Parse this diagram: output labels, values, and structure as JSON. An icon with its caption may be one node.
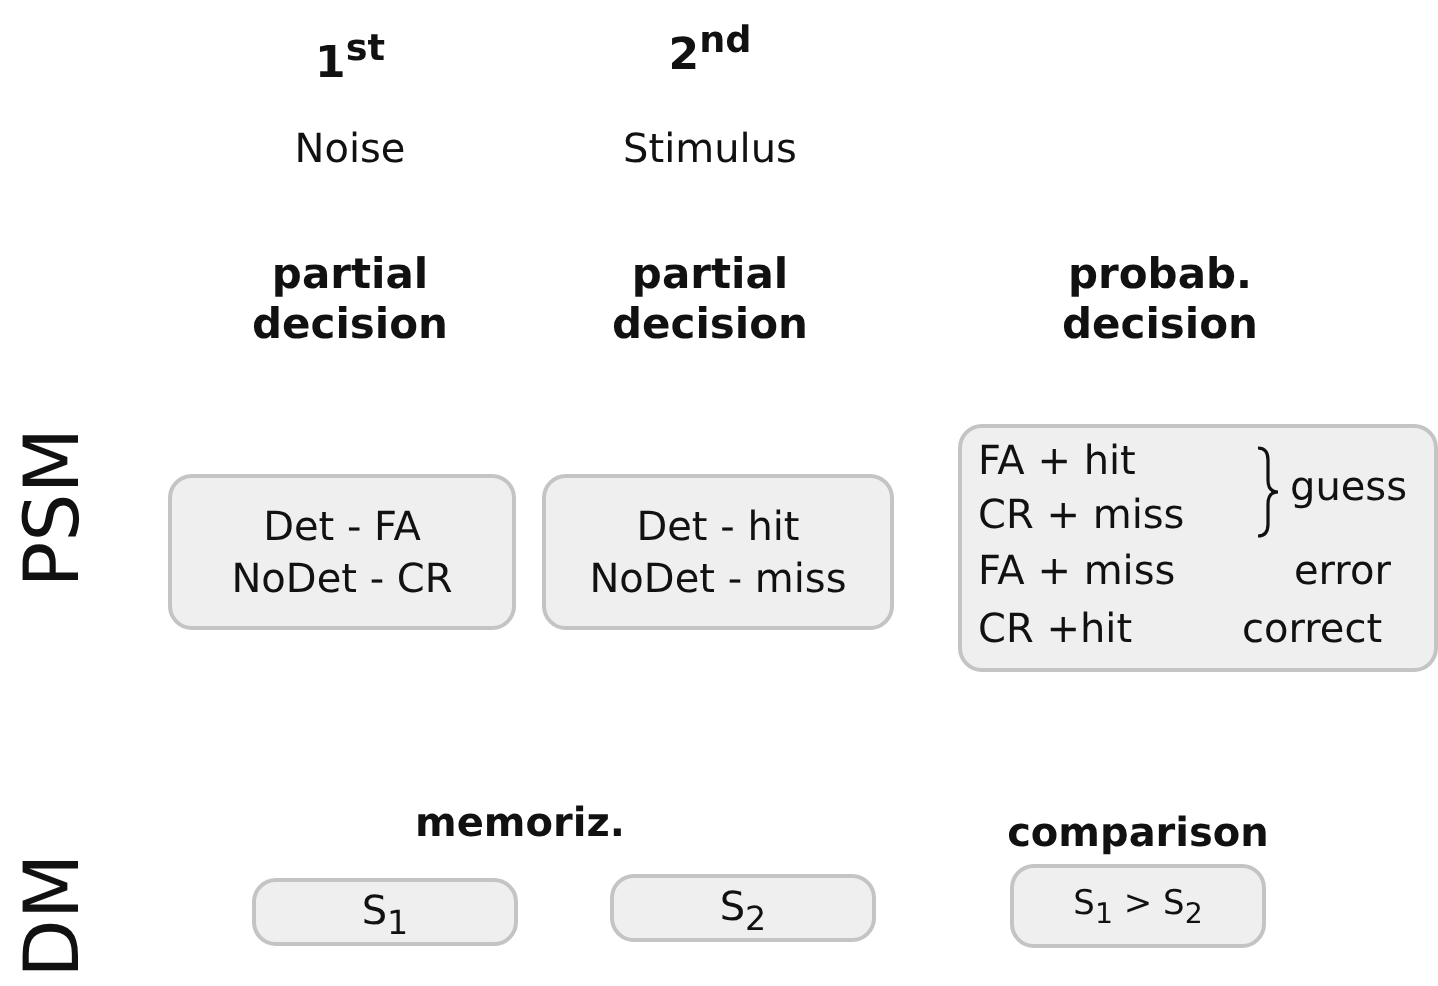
{
  "diagram": {
    "nodes": [
      {
        "text": [
          "Det - FA",
          "NoDet - CR"
        ]
      },
      {
        "text": [
          "Det - hit",
          "NoDet - miss"
        ]
      },
      {
        "text": [
          "FA + hit",
          "CR + miss",
          "guess",
          "FA + miss",
          "error",
          "CR +hit",
          "correct"
        ]
      },
      {
        "text": [
          "S$_{1}$"
        ]
      },
      {
        "text": [
          "S$_{2}$"
        ]
      },
      {
        "text": [
          "S$_{1}$ > S$_{2}$"
        ],
        "beside": [
          "comparison"
        ]
      }
    ],
    "edges": [],
    "labels": [
      "1$^{st}$",
      "2$^{nd}$",
      "Noise",
      "Stimulus",
      "partial decision",
      "partial decision",
      "probab. decision",
      "PSM",
      "memoriz.",
      "DM"
    ]
  }
}
